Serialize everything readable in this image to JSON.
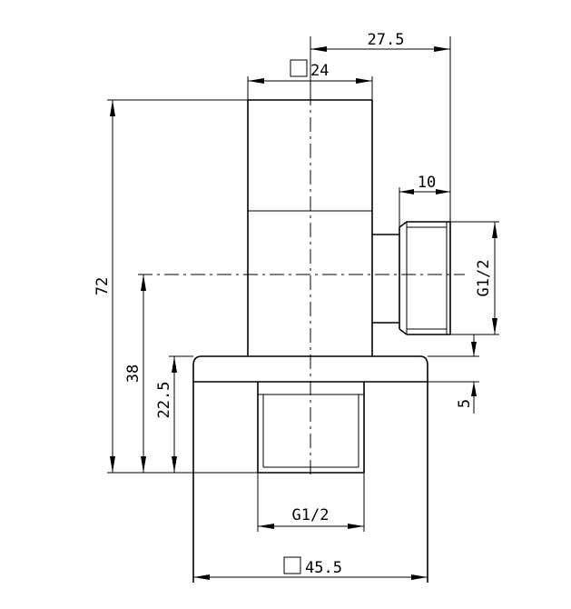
{
  "dimensions": {
    "top_offset": "27.5",
    "body_square": "24",
    "outlet_length": "10",
    "outlet_thread": "G1/2",
    "height_total": "72",
    "height_outlet_axis": "38",
    "height_base_top": "22.5",
    "base_thickness": "5",
    "inlet_thread": "G1/2",
    "base_square": "45.5"
  }
}
